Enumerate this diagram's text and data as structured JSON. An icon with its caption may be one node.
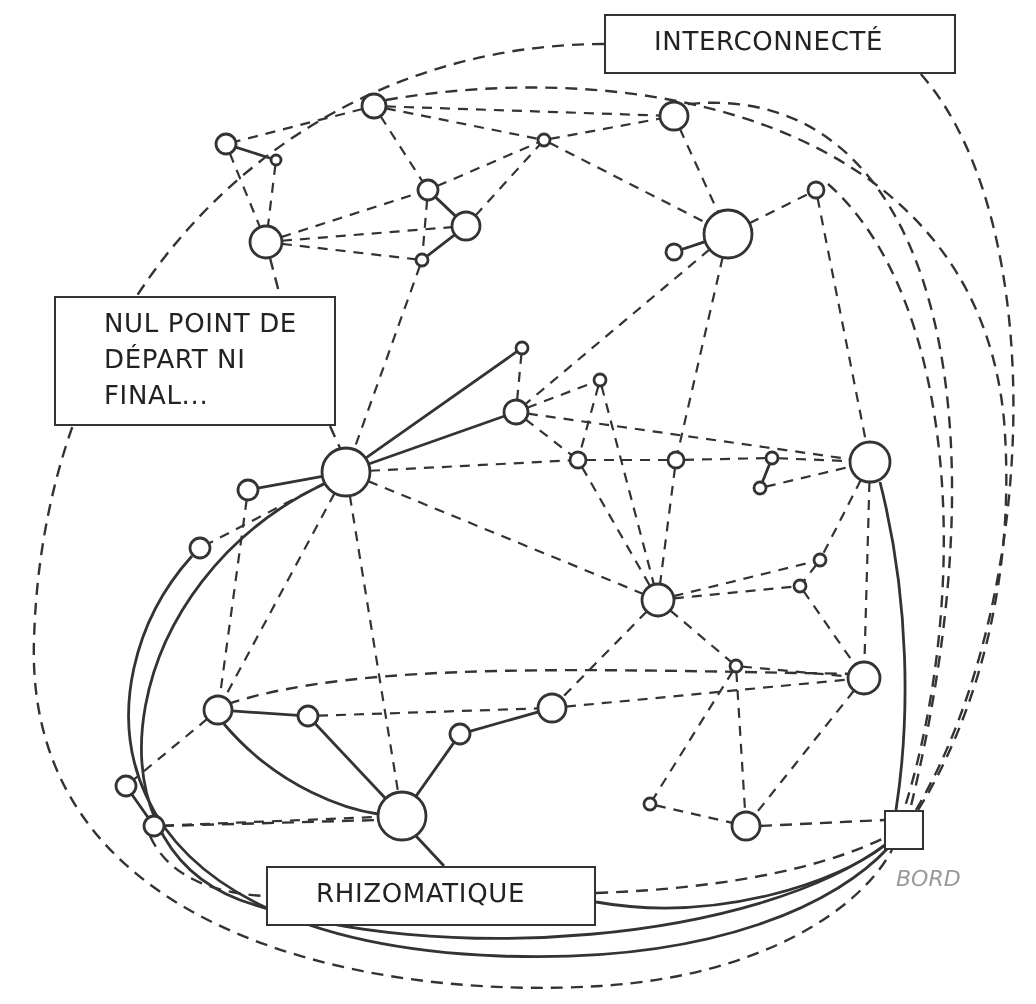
{
  "diagram": {
    "nodes": [
      {
        "text": [
          "INTERCONNECTÉ"
        ]
      },
      {
        "text": [
          "NUL POINT DE DÉPART NI FINAL..."
        ]
      },
      {
        "text": [
          "RHIZOMATIQUE"
        ]
      },
      {
        "text": [],
        "shape": "box",
        "beside": [
          "BORD"
        ]
      }
    ],
    "edges": [
      {
        "from": 0,
        "to": 3,
        "arrow": "none",
        "style": "dashed"
      },
      {
        "from": 2,
        "to": 3,
        "arrow": "none"
      },
      {
        "from": 2,
        "to": 3,
        "arrow": "none",
        "style": "dashed"
      }
    ]
  }
}
